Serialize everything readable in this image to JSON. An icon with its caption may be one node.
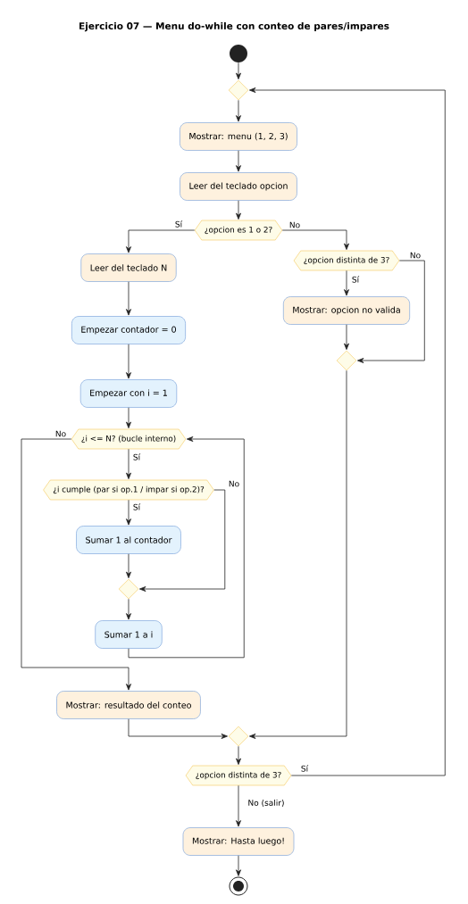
{
  "diagram": {
    "title": "Ejercicio 07 — Menu do-while con conteo de pares/impares",
    "nodes": [
      {
        "text": [],
        "shape": "circle"
      },
      {
        "text": [],
        "shape": "diamond"
      },
      {
        "text": [
          "Mostrar: menu (1, 2, 3)"
        ]
      },
      {
        "text": [
          "Leer del teclado opcion"
        ]
      },
      {
        "text": [
          "¿opcion es 1 o 2?"
        ]
      },
      {
        "text": [
          "Leer del teclado N"
        ]
      },
      {
        "text": [
          "Empezar contador = 0"
        ]
      },
      {
        "text": [
          "Empezar con i = 1"
        ]
      },
      {
        "text": [
          "¿i <= N? (bucle interno)"
        ]
      },
      {
        "text": [
          "¿i cumple (par si op.1 / impar si op.2)?"
        ]
      },
      {
        "text": [
          "Sumar 1 al contador"
        ]
      },
      {
        "text": [],
        "shape": "diamond"
      },
      {
        "text": [
          "Sumar 1 a i"
        ]
      },
      {
        "text": [
          "Mostrar: resultado del conteo"
        ]
      },
      {
        "text": [
          "¿opcion distinta de 3?"
        ]
      },
      {
        "text": [
          "Mostrar: opcion no valida"
        ]
      },
      {
        "text": [],
        "shape": "diamond"
      },
      {
        "text": [],
        "shape": "diamond"
      },
      {
        "text": [
          "¿opcion distinta de 3?"
        ]
      },
      {
        "text": [
          "Mostrar: Hasta luego!"
        ]
      },
      {
        "text": [],
        "shape": "bullseye"
      }
    ],
    "edges": [
      {
        "from": 0,
        "to": 1,
        "arrow": "to"
      },
      {
        "from": 1,
        "to": 2,
        "arrow": "to"
      },
      {
        "from": 2,
        "to": 3,
        "arrow": "to"
      },
      {
        "from": 3,
        "to": 4,
        "arrow": "to"
      },
      {
        "from": 4,
        "to": 5,
        "arrow": "to",
        "label": "Sí"
      },
      {
        "from": 4,
        "to": 14,
        "arrow": "to",
        "label": "No"
      },
      {
        "from": 5,
        "to": 6,
        "arrow": "to"
      },
      {
        "from": 6,
        "to": 7,
        "arrow": "to"
      },
      {
        "from": 7,
        "to": 8,
        "arrow": "to"
      },
      {
        "from": 8,
        "to": 9,
        "arrow": "to",
        "label": "Sí"
      },
      {
        "from": 9,
        "to": 10,
        "arrow": "to",
        "label": "Sí"
      },
      {
        "from": 10,
        "to": 11,
        "arrow": "to"
      },
      {
        "from": 9,
        "to": 11,
        "arrow": "to",
        "label": "No"
      },
      {
        "from": 11,
        "to": 12,
        "arrow": "to"
      },
      {
        "from": 12,
        "to": 8,
        "arrow": "to"
      },
      {
        "from": 8,
        "to": 13,
        "arrow": "to",
        "label": "No"
      },
      {
        "from": 13,
        "to": 17,
        "arrow": "to"
      },
      {
        "from": 14,
        "to": 15,
        "arrow": "to",
        "label": "Sí"
      },
      {
        "from": 14,
        "to": 16,
        "arrow": "to",
        "label": "No"
      },
      {
        "from": 15,
        "to": 16,
        "arrow": "to"
      },
      {
        "from": 16,
        "to": 17,
        "arrow": "to"
      },
      {
        "from": 17,
        "to": 18,
        "arrow": "to"
      },
      {
        "from": 18,
        "to": 1,
        "arrow": "to",
        "label": "Sí"
      },
      {
        "from": 18,
        "to": 19,
        "arrow": "to",
        "label": "No (salir)"
      },
      {
        "from": 19,
        "to": 20,
        "arrow": "to"
      }
    ]
  }
}
